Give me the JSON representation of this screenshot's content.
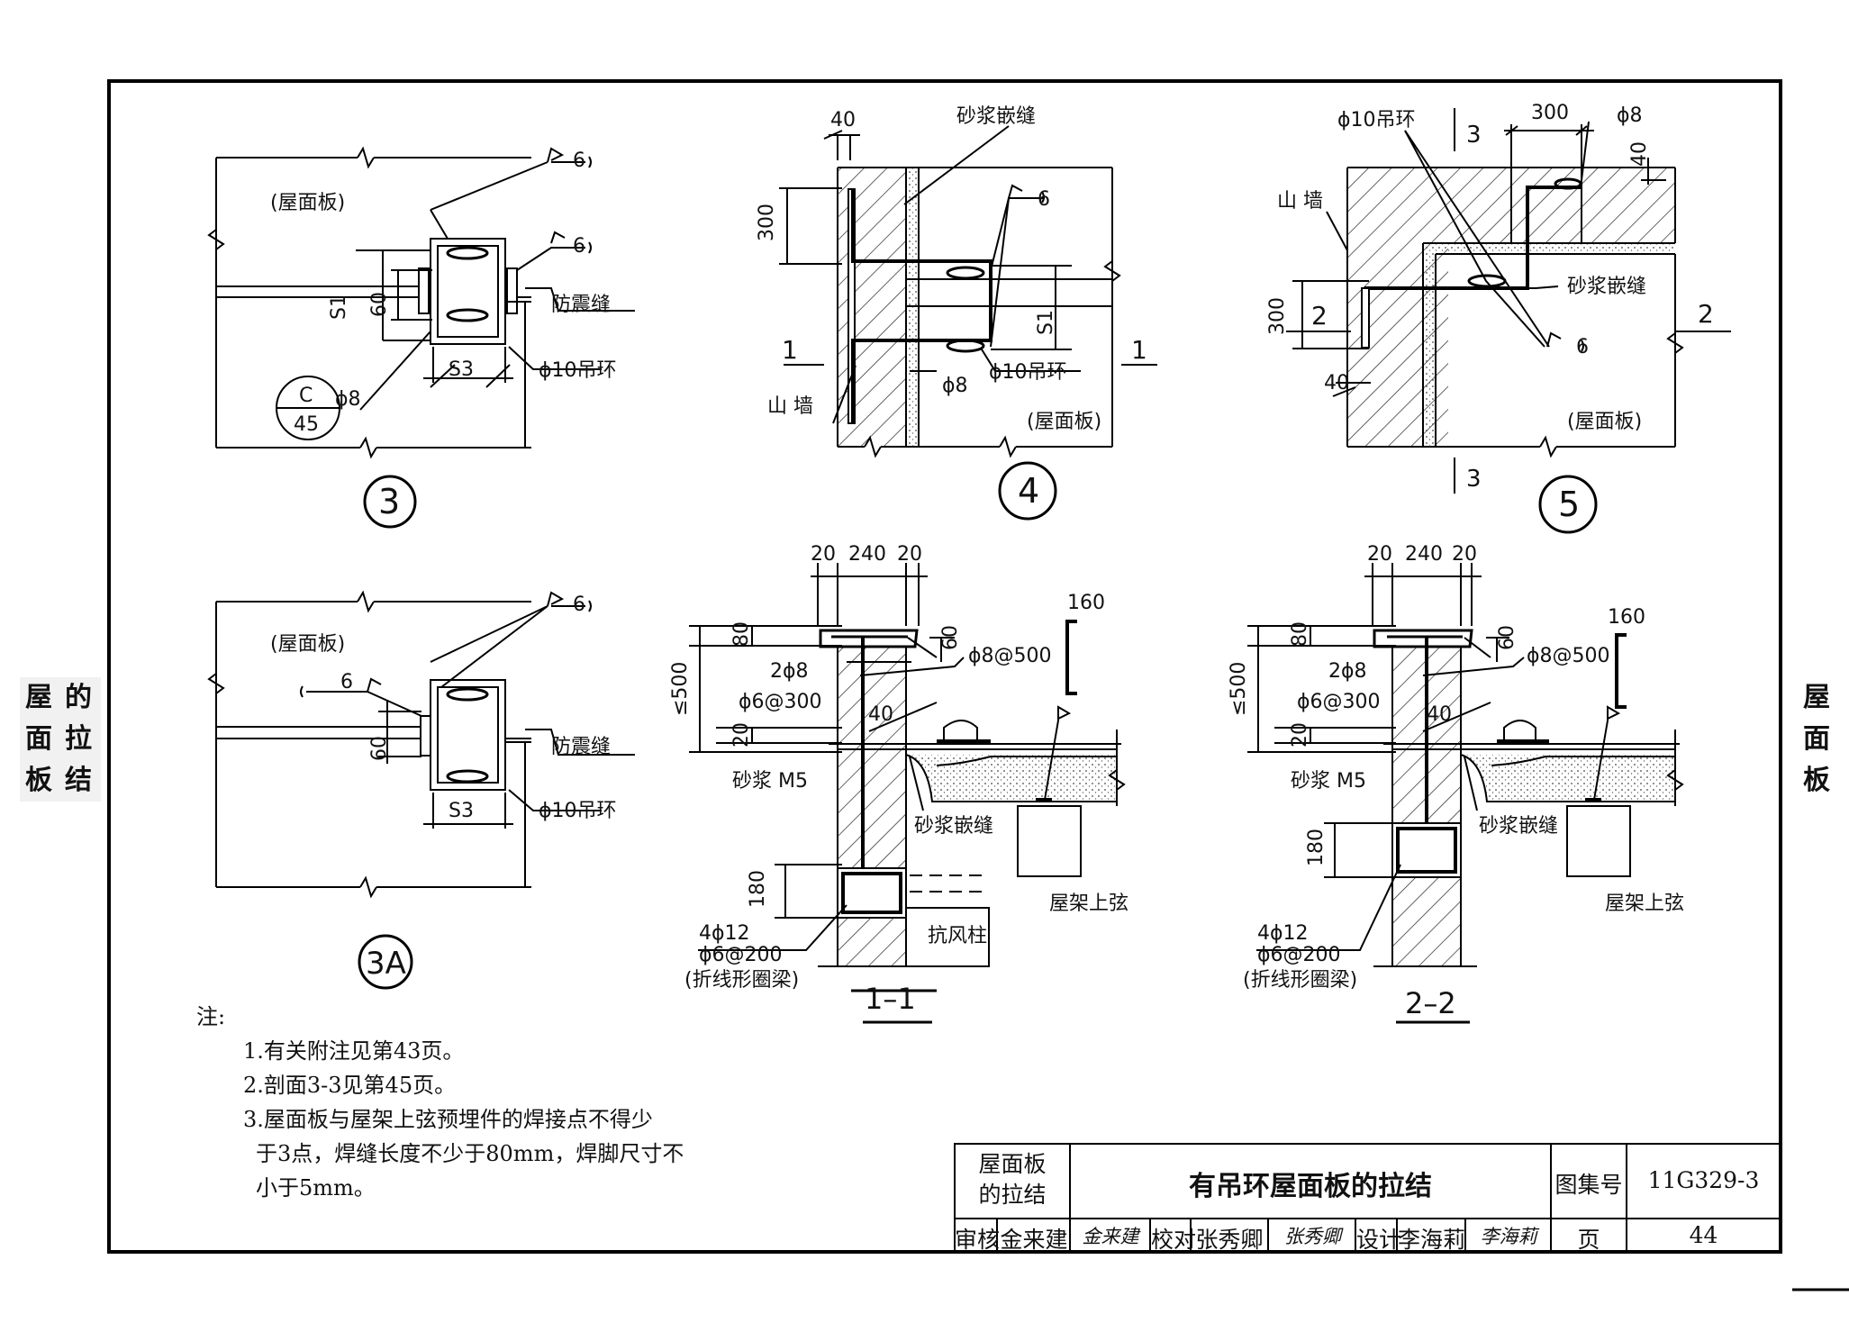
{
  "side_tab_left": [
    "屋",
    "面",
    "板",
    "的",
    "拉",
    "结"
  ],
  "side_tab_right": [
    "屋",
    "面",
    "板"
  ],
  "details": {
    "d3": {
      "label": "3",
      "roof_slab": "(屋面板)",
      "weld": "6",
      "weld_b": "6",
      "s1": "S1",
      "dim60": "60",
      "joint": "防震缝",
      "s3": "S3",
      "ring": "ϕ10吊环",
      "phi8": "ϕ8",
      "callout_top": "C",
      "callout_bottom": "45"
    },
    "d3a": {
      "label": "3A",
      "roof_slab": "(屋面板)",
      "weld": "6",
      "weld_b": "6",
      "dim60": "60",
      "joint": "防震缝",
      "s3": "S3",
      "ring": "ϕ10吊环"
    },
    "d4": {
      "label": "4",
      "dim40": "40",
      "mortar": "砂浆嵌缝",
      "dim300": "300",
      "weld": "6",
      "s1": "S1",
      "section_l": "1",
      "section_r": "1",
      "wall": "山  墙",
      "phi8": "ϕ8",
      "ring": "ϕ10吊环",
      "roof_slab": "(屋面板)"
    },
    "d5": {
      "label": "5",
      "ring": "ϕ10吊环",
      "cut_top": "3",
      "cut_bottom": "3",
      "dim300_top": "300",
      "phi8": "ϕ8",
      "dim40_top": "40",
      "wall": "山  墙",
      "mortar": "砂浆嵌缝",
      "dim300": "300",
      "section_l": "2",
      "section_r": "2",
      "weld": "6",
      "dim40": "40",
      "roof_slab": "(屋面板)"
    },
    "s11": {
      "label": "1–1",
      "dim_top": [
        "20",
        "240",
        "20"
      ],
      "dim160": "160",
      "dim80": "80",
      "dim60": "60",
      "phi8_500": "ϕ8@500",
      "le500": "≤500",
      "two_phi8": "2ϕ8",
      "phi6_300": "ϕ6@300",
      "dim40": "40",
      "dim20": "20",
      "mortar_m5": "砂浆 M5",
      "mortar": "砂浆嵌缝",
      "truss": "屋架上弦",
      "dim180": "180",
      "bar": "4ϕ12",
      "stirrup": "ϕ6@200",
      "beam": "(折线形圈梁)",
      "column": "抗风柱"
    },
    "s22": {
      "label": "2–2",
      "dim_top": [
        "20",
        "240",
        "20"
      ],
      "dim160": "160",
      "dim80": "80",
      "dim60": "60",
      "phi8_500": "ϕ8@500",
      "le500": "≤500",
      "two_phi8": "2ϕ8",
      "phi6_300": "ϕ6@300",
      "dim40": "40",
      "dim20": "20",
      "mortar_m5": "砂浆 M5",
      "mortar": "砂浆嵌缝",
      "truss": "屋架上弦",
      "dim180": "180",
      "bar": "4ϕ12",
      "stirrup": "ϕ6@200",
      "beam": "(折线形圈梁)"
    }
  },
  "notes": {
    "heading": "注:",
    "items": [
      "1.有关附注见第43页。",
      "2.剖面3-3见第45页。",
      "3.屋面板与屋架上弦预埋件的焊接点不得少",
      "于3点，焊缝长度不少于80mm，焊脚尺寸不",
      "小于5mm。"
    ]
  },
  "title_block": {
    "category_line1": "屋面板",
    "category_line2": "的拉结",
    "title": "有吊环屋面板的拉结",
    "atlas_label": "图集号",
    "atlas_no": "11G329-3",
    "review_label": "审核",
    "reviewer": "金来建",
    "reviewer_sig": "金来建",
    "check_label": "校对",
    "checker": "张秀卿",
    "checker_sig": "张秀卿",
    "design_label": "设计",
    "designer": "李海莉",
    "designer_sig": "李海莉",
    "page_label": "页",
    "page_no": "44"
  }
}
